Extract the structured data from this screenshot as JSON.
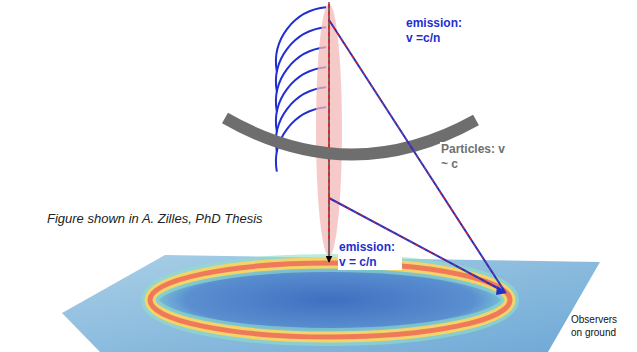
{
  "diagram": {
    "labels": [
      "emission: v =c/n",
      "Particles: v ~ c",
      "Figure shown in A. Zilles, PhD Thesis",
      "emission: v = c/n",
      "Observers on ground"
    ]
  }
}
